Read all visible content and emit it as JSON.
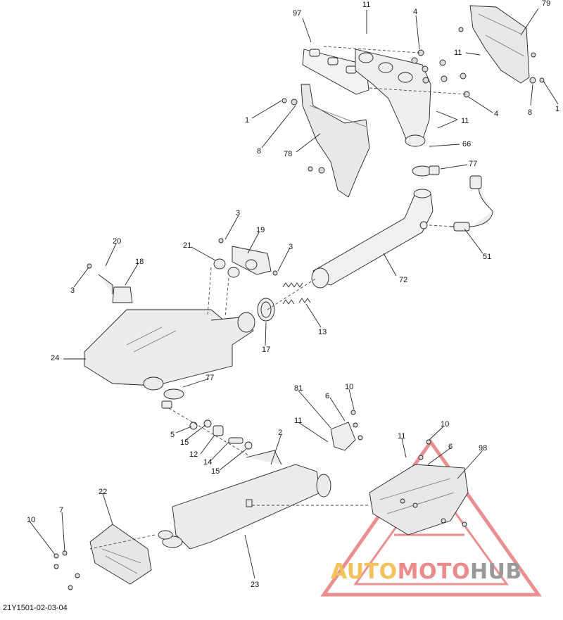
{
  "document_id": "21Y1501-02-03-04",
  "watermark": {
    "part1": "AUTO",
    "part2": "MOTO",
    "part3": "HUB"
  },
  "callouts": {
    "c97": "97",
    "c11a": "11",
    "c4a": "4",
    "c79": "79",
    "c11b": "11",
    "c1a": "1",
    "c8a": "8",
    "c1b": "1",
    "c4b": "4",
    "c11c": "11",
    "c8b": "8",
    "c78": "78",
    "c66": "66",
    "c77a": "77",
    "c51": "51",
    "c72": "72",
    "c3a": "3",
    "c19": "19",
    "c21": "21",
    "c3b": "3",
    "c20": "20",
    "c18": "18",
    "c3c": "3",
    "c13": "13",
    "c17": "17",
    "c24": "24",
    "c77b": "77",
    "c81": "81",
    "c10a": "10",
    "c6a": "6",
    "c11d": "11",
    "c10b": "10",
    "c11e": "11",
    "c6b": "6",
    "c98": "98",
    "c5": "5",
    "c15a": "15",
    "c12": "12",
    "c14": "14",
    "c15b": "15",
    "c2": "2",
    "c22": "22",
    "c7": "7",
    "c10c": "10",
    "c23": "23"
  },
  "colors": {
    "line": "#222222",
    "fill": "#f2f2f2",
    "shade": "#cfcfcf",
    "watermark_triangle": "#e05555"
  }
}
